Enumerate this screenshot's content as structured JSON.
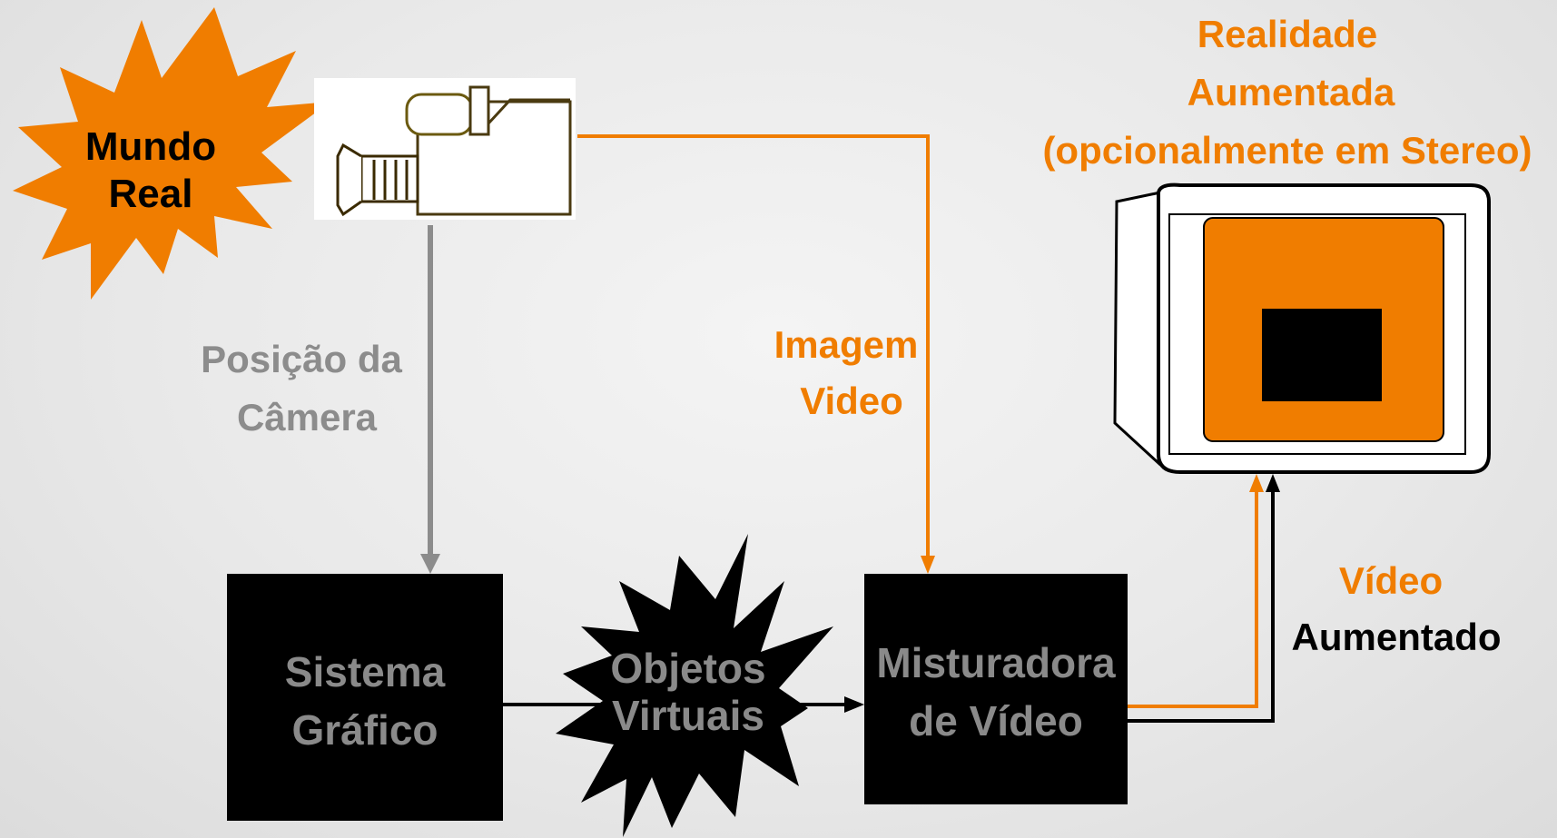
{
  "colors": {
    "accent": "#F07D00",
    "arrow_gray": "#8C8C8C",
    "box": "#000000",
    "box_text": "#8A8A8A"
  },
  "nodes": {
    "mundo_real": {
      "line1": "Mundo",
      "line2": "Real"
    },
    "camera": {
      "icon": "video-camera-icon"
    },
    "sistema_grafico": {
      "line1": "Sistema",
      "line2": "Gráfico"
    },
    "objetos_virtuais": {
      "line1": "Objetos",
      "line2": "Virtuais"
    },
    "misturadora": {
      "line1": "Misturadora",
      "line2": "de Vídeo"
    },
    "monitor": {
      "icon": "crt-monitor-icon",
      "title_line1": "Realidade",
      "title_line2": "Aumentada",
      "title_line3": "(opcionalmente em Stereo)"
    }
  },
  "edges": {
    "posicao_camera": {
      "line1": "Posição da",
      "line2": "Câmera"
    },
    "imagem_video": {
      "line1": "Imagem",
      "line2": "Video"
    },
    "video_aumentado": {
      "line1": "Vídeo",
      "line2": "Aumentado"
    }
  }
}
